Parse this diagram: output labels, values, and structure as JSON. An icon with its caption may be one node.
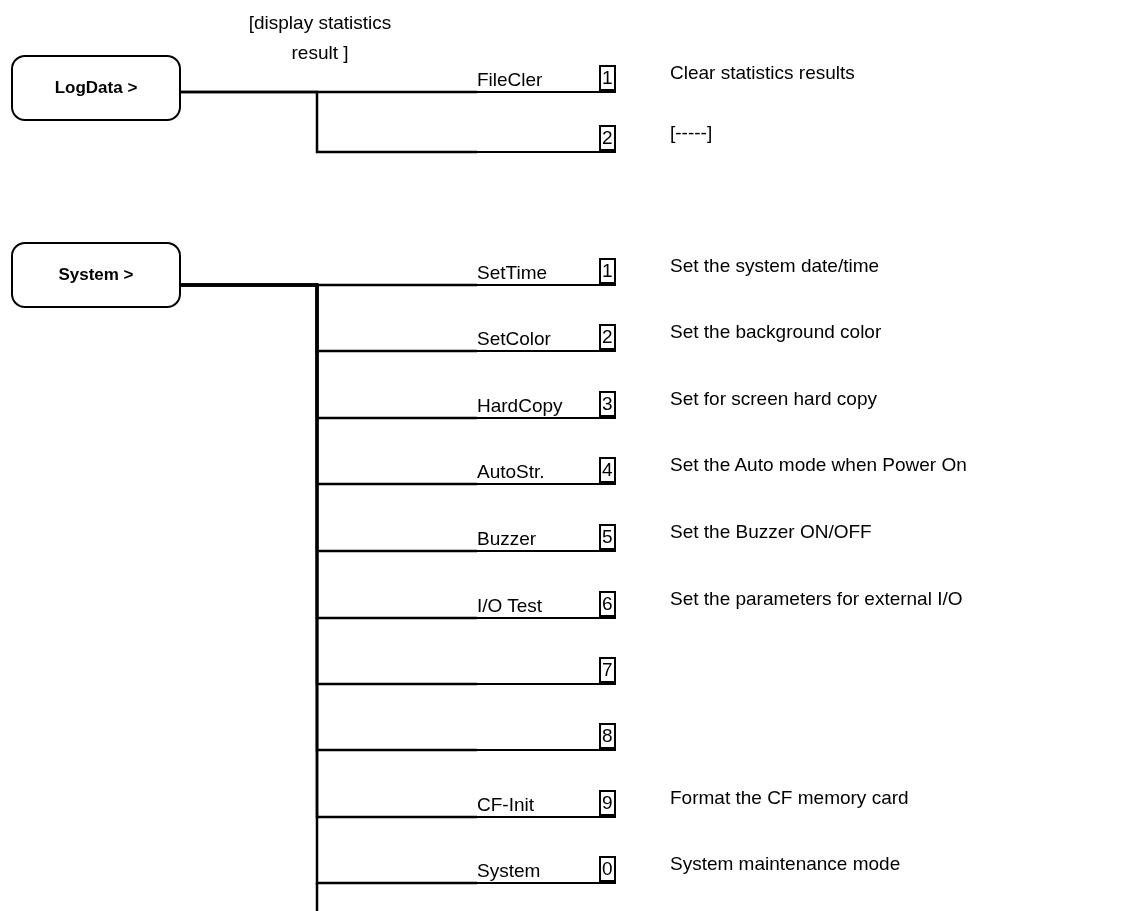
{
  "diagram": {
    "nodes": [
      {
        "text": [
          "LogData >"
        ]
      },
      {
        "text": [
          "FileCler",
          "1"
        ],
        "beside": [
          "Clear statistics results"
        ]
      },
      {
        "text": [
          "2"
        ],
        "beside": [
          "[-----]"
        ]
      },
      {
        "text": [
          "System >"
        ]
      },
      {
        "text": [
          "SetTime",
          "1"
        ],
        "beside": [
          "Set the system date/time"
        ]
      },
      {
        "text": [
          "SetColor",
          "2"
        ],
        "beside": [
          "Set the background color"
        ]
      },
      {
        "text": [
          "HardCopy",
          "3"
        ],
        "beside": [
          "Set for screen hard copy"
        ]
      },
      {
        "text": [
          "AutoStr.",
          "4"
        ],
        "beside": [
          "Set the Auto mode when Power On"
        ]
      },
      {
        "text": [
          "Buzzer",
          "5"
        ],
        "beside": [
          "Set the Buzzer ON/OFF"
        ]
      },
      {
        "text": [
          "I/O Test",
          "6"
        ],
        "beside": [
          "Set the parameters for external I/O"
        ]
      },
      {
        "text": [
          "7"
        ]
      },
      {
        "text": [
          "8"
        ]
      },
      {
        "text": [
          "CF-Init",
          "9"
        ],
        "beside": [
          "Format the CF memory card"
        ]
      },
      {
        "text": [
          "System",
          "0"
        ],
        "beside": [
          "System maintenance mode"
        ]
      }
    ],
    "edges": [
      {
        "from": 0,
        "to": 1,
        "arrow": "none"
      },
      {
        "from": 0,
        "to": 2,
        "arrow": "none"
      },
      {
        "from": 3,
        "to": 4,
        "arrow": "none"
      },
      {
        "from": 3,
        "to": 5,
        "arrow": "none"
      },
      {
        "from": 3,
        "to": 6,
        "arrow": "none"
      },
      {
        "from": 3,
        "to": 7,
        "arrow": "none"
      },
      {
        "from": 3,
        "to": 8,
        "arrow": "none"
      },
      {
        "from": 3,
        "to": 9,
        "arrow": "none"
      },
      {
        "from": 3,
        "to": 10,
        "arrow": "none"
      },
      {
        "from": 3,
        "to": 11,
        "arrow": "none"
      },
      {
        "from": 3,
        "to": 12,
        "arrow": "none"
      },
      {
        "from": 3,
        "to": 13,
        "arrow": "none"
      }
    ],
    "labels": [
      "[display statistics result ]"
    ]
  }
}
